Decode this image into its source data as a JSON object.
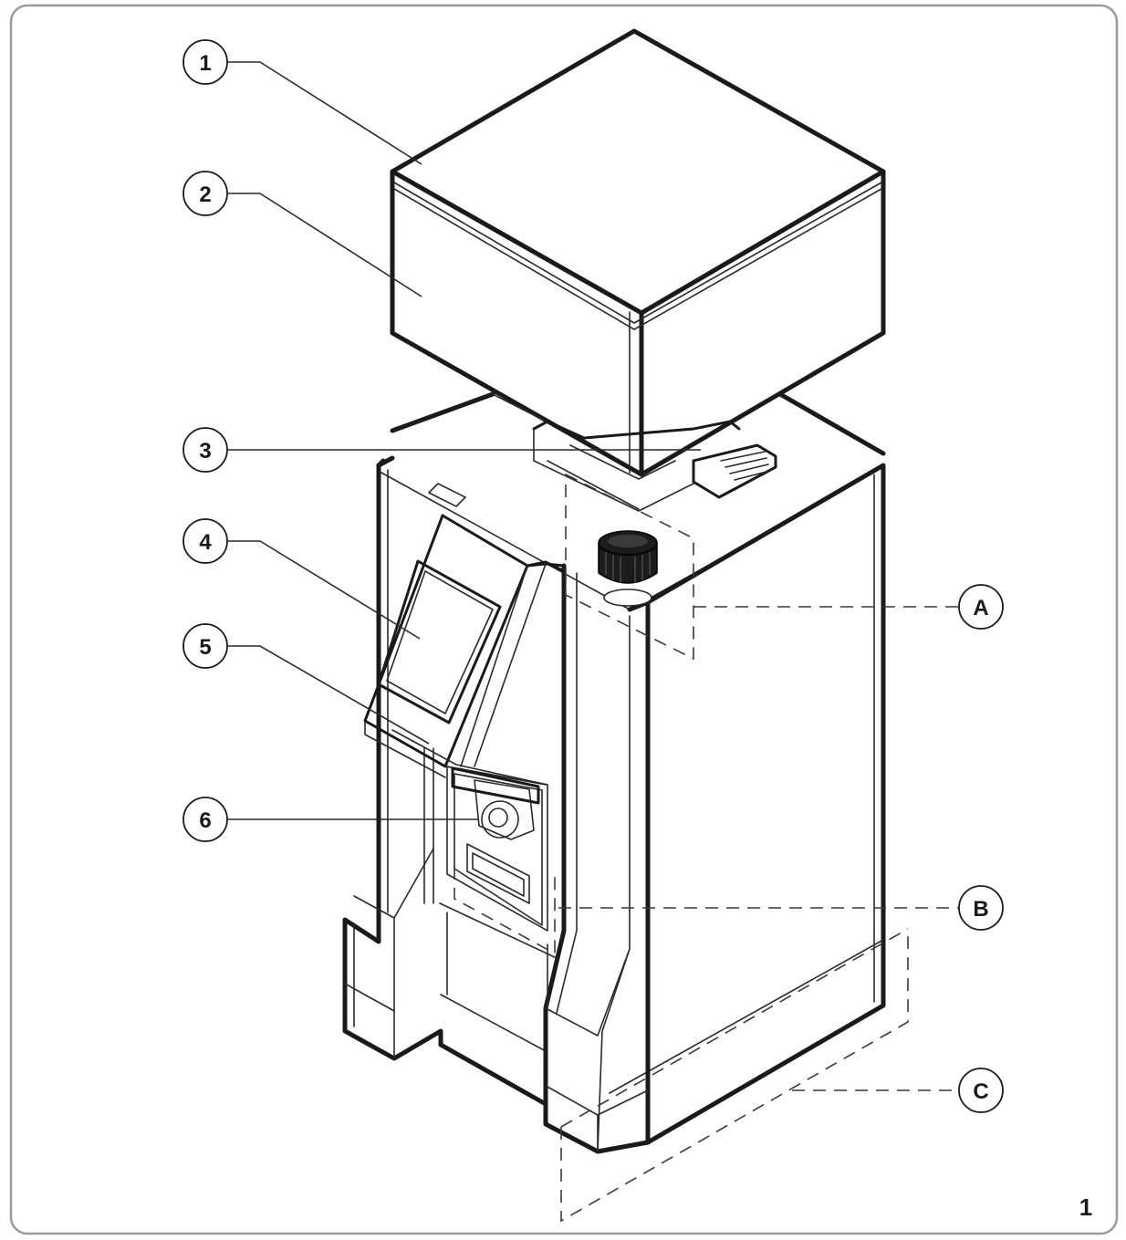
{
  "callouts": {
    "c1": "1",
    "c2": "2",
    "c3": "3",
    "c4": "4",
    "c5": "5",
    "c6": "6",
    "cA": "A",
    "cB": "B",
    "cC": "C"
  },
  "figure_number": "1"
}
